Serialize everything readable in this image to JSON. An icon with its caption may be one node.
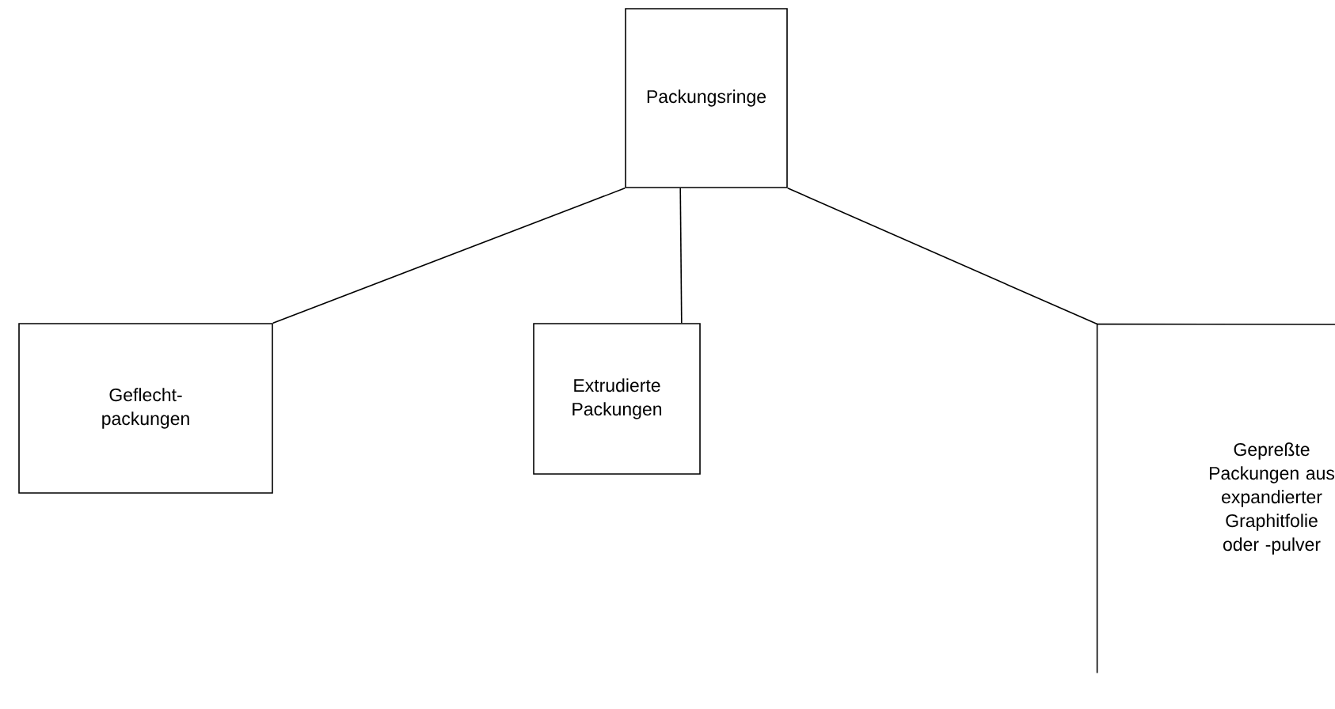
{
  "diagram": {
    "nodes": [
      {
        "text": [
          "Packungsringe"
        ]
      },
      {
        "text": [
          "Geflecht- packungen"
        ]
      },
      {
        "text": [
          "Extrudierte Packungen"
        ]
      },
      {
        "text": [
          "Gepreßte Packungen aus expandierter Graphitfolie oder -pulver"
        ]
      }
    ],
    "edges": [
      {
        "from": 0,
        "to": 1,
        "arrow": "none"
      },
      {
        "from": 0,
        "to": 2,
        "arrow": "none"
      },
      {
        "from": 0,
        "to": 3,
        "arrow": "none"
      }
    ]
  }
}
